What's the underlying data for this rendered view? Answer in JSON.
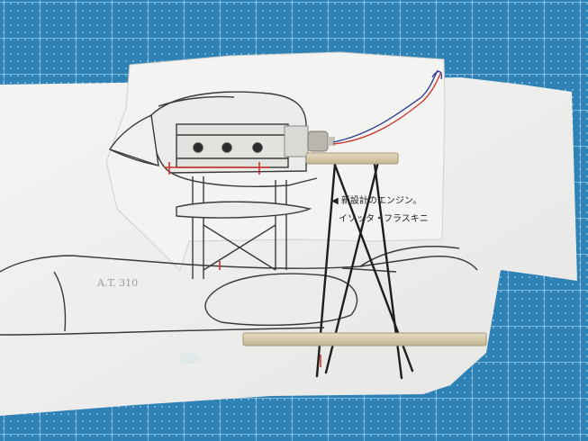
{
  "photo": {
    "subject": "Printed plan sheet of a floatplane with a wooden balsa stand, crossed wires and a small motor",
    "colors": {
      "cutting_mat": "#2f82b6",
      "paper": "#f1f1ef",
      "line_drawing": "#3a3a3a",
      "balsa": "#d8cdb2",
      "wire": "#1e1e1e",
      "red_marks": "#d0342c"
    },
    "caption": {
      "line1": "◀ 新設計のエンジン。",
      "line2": "イソッタ・フラスキニ"
    },
    "fuselage_text": "A.T. 310"
  }
}
